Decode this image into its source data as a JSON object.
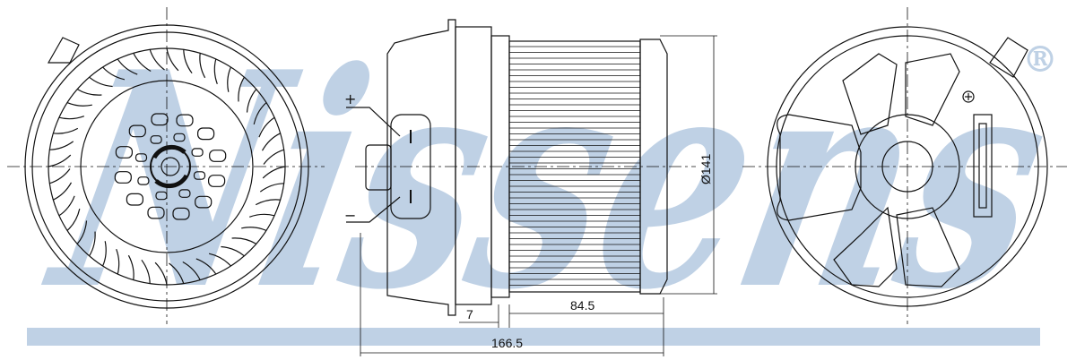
{
  "drawing": {
    "views": [
      "front-view",
      "side-view",
      "rear-view"
    ],
    "dimensions": {
      "diameter": "Ø141",
      "length_total": "166.5",
      "length_motor": "84.5",
      "offset": "7"
    },
    "terminals": {
      "plus": "+",
      "minus": "−"
    }
  },
  "watermark": {
    "text": "Nissens",
    "mark": "®",
    "color": "#b9cde3"
  },
  "colors": {
    "line": "#111111",
    "background": "#ffffff"
  }
}
